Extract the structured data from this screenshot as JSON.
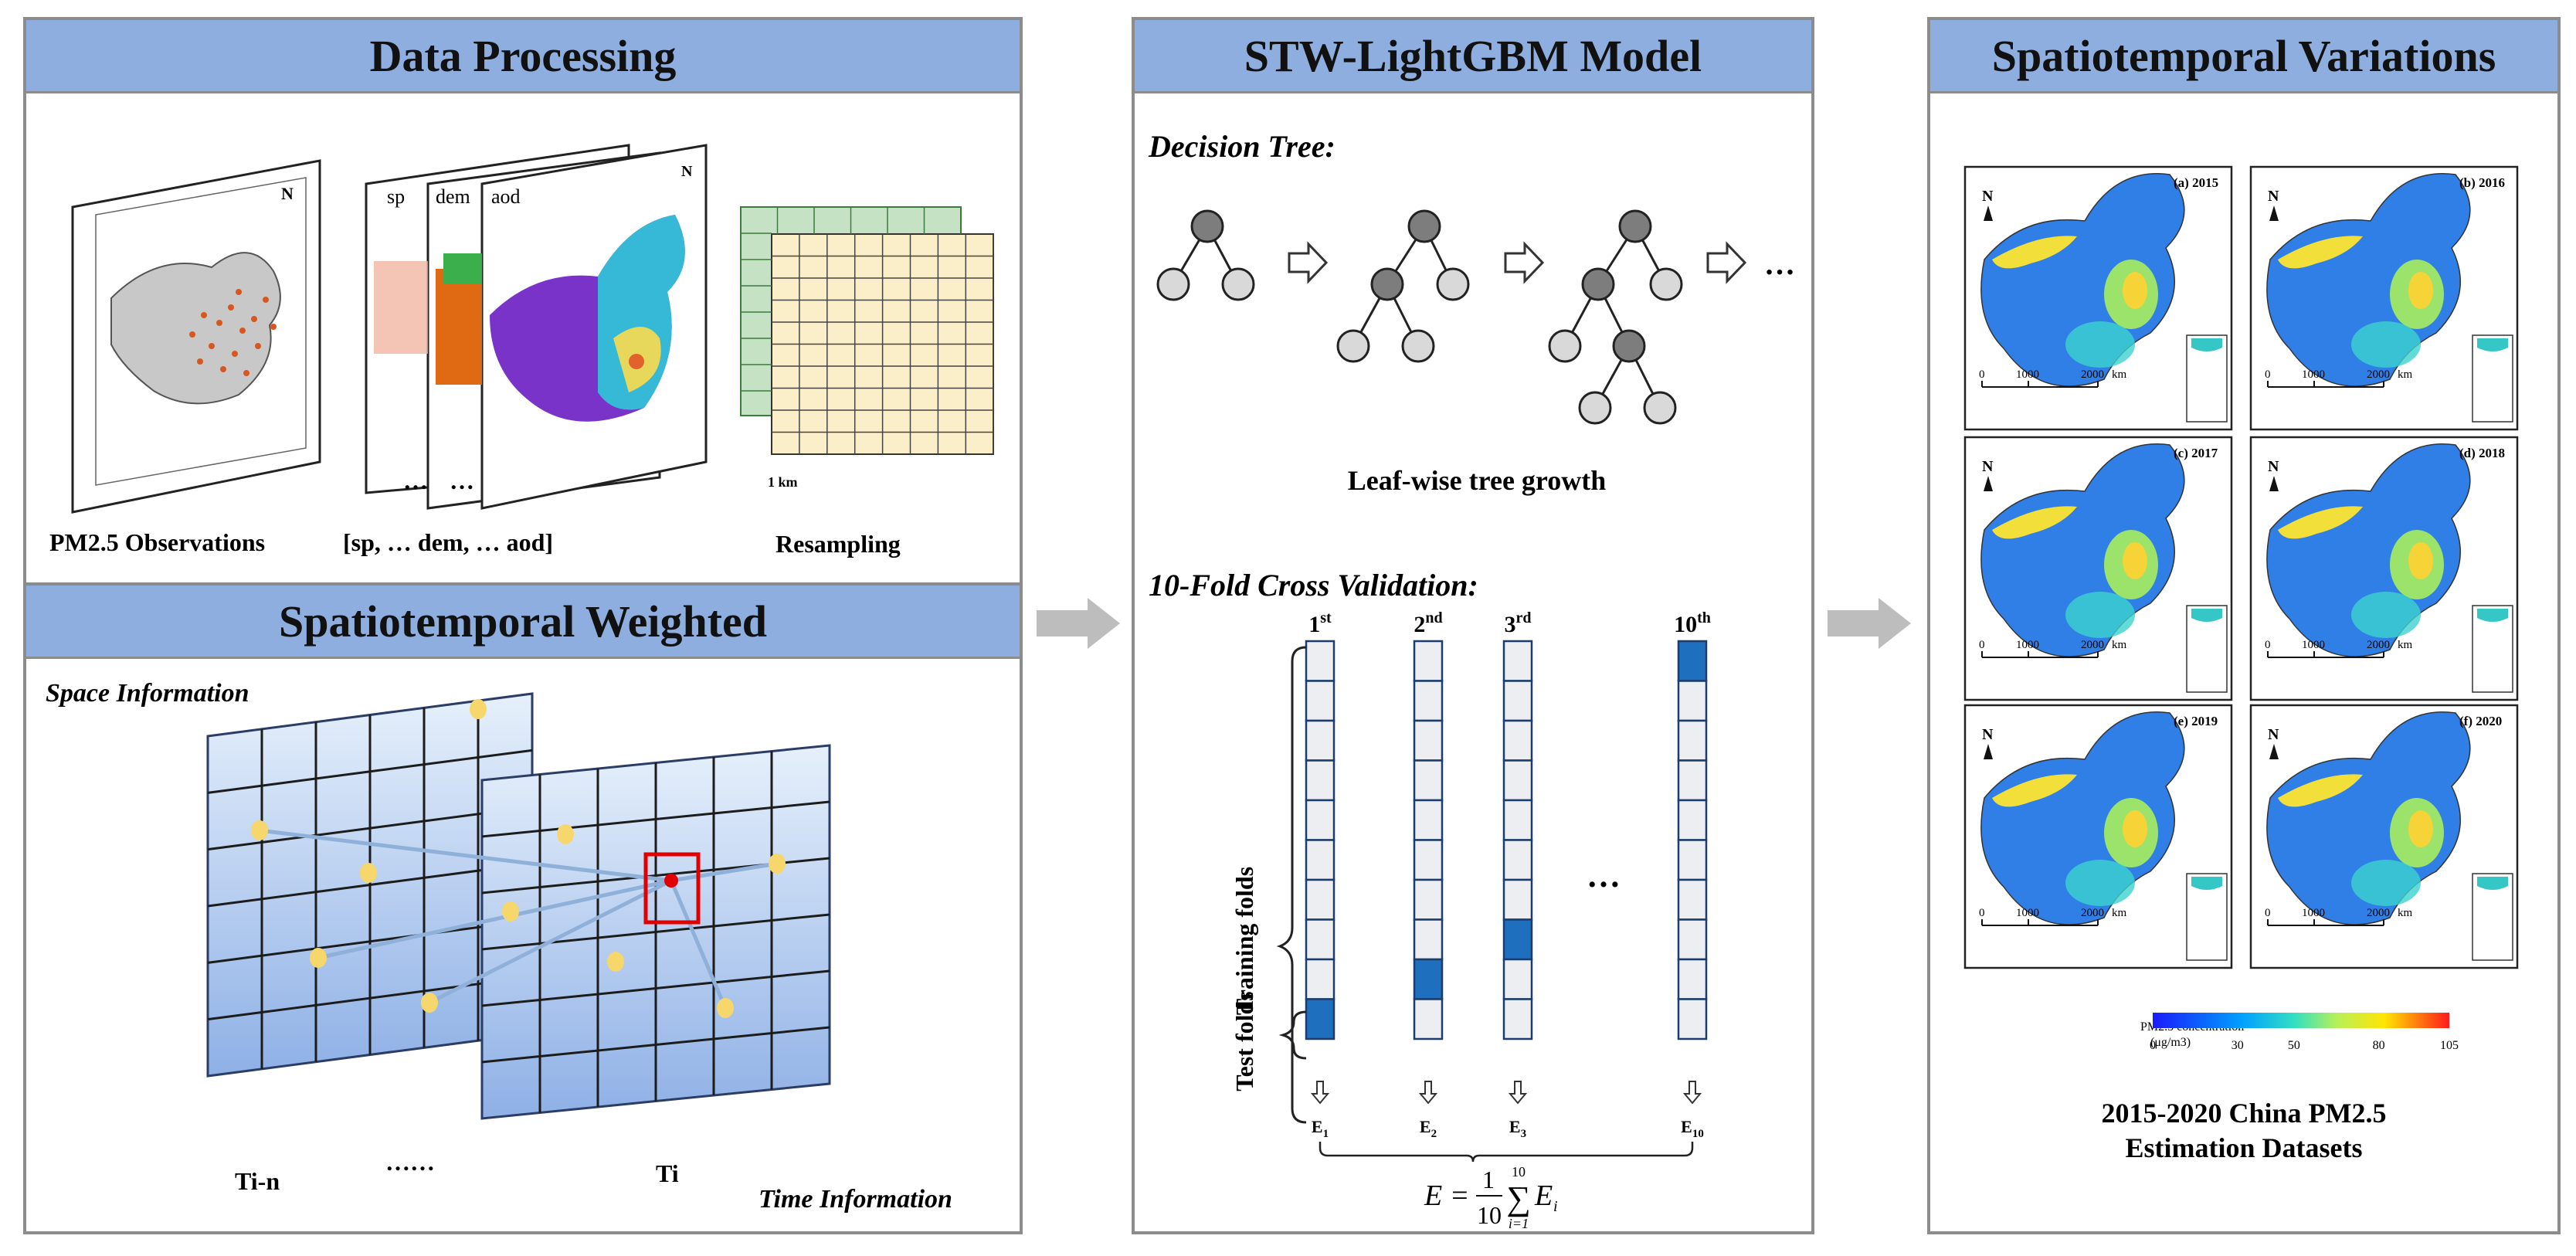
{
  "data_processing": {
    "title": "Data Processing",
    "caption_obs": "PM2.5 Observations",
    "caption_vars": "[sp, …  dem, … aod]",
    "caption_resample": "Resampling",
    "layer_labels": [
      "sp",
      "dem",
      "aod"
    ],
    "ellipsis": "…",
    "scale_label": "1 km"
  },
  "spatiotemporal_weighted": {
    "title": "Spatiotemporal Weighted",
    "space_info": "Space Information",
    "time_info": "Time Information",
    "frame_left": "Ti-n",
    "frame_right": "Ti",
    "dots": "……"
  },
  "model": {
    "title": "STW-LightGBM Model",
    "decision_tree": "Decision Tree:",
    "leaf_wise": "Leaf-wise tree growth",
    "cv_title": "10-Fold Cross Validation:",
    "training_folds": "Training folds",
    "test_folds": "Test folds",
    "more": "…",
    "folds": [
      {
        "base": "1",
        "sup": "st",
        "err": "E",
        "sub": "1"
      },
      {
        "base": "2",
        "sup": "nd",
        "err": "E",
        "sub": "2"
      },
      {
        "base": "3",
        "sup": "rd",
        "err": "E",
        "sub": "3"
      },
      {
        "base": "10",
        "sup": "th",
        "err": "E",
        "sub": "10"
      }
    ],
    "formula": {
      "lhs": "E =",
      "num": "1",
      "den": "10",
      "sum_top": "10",
      "sum_bot": "i=1",
      "term": "E",
      "term_sub": "i"
    }
  },
  "variations": {
    "title": "Spatiotemporal Variations",
    "map_labels": [
      "(a) 2015",
      "(b) 2016",
      "(c) 2017",
      "(d) 2018",
      "(e) 2019",
      "(f) 2020"
    ],
    "scale_0": "0",
    "scale_1000": "1000",
    "scale_2000": "2000",
    "scale_unit": "km",
    "north": "N",
    "legend_title": "PM2.5  concentration",
    "legend_unit": "(μg/m3)",
    "legend_ticks": [
      "0",
      "30",
      "50",
      "80",
      "105"
    ],
    "footer_line1": "2015-2020 China PM2.5",
    "footer_line2": "Estimation Datasets"
  },
  "colors": {
    "header_bg": "#8eaedf",
    "panel_border": "#8c8c8c",
    "fold_blue": "#1f6fbf",
    "fold_gray": "#eceef1",
    "node_dark": "#7d7d7d",
    "node_light": "#d9d9d9",
    "grid_top": "#e6f0fb",
    "grid_bottom": "#8eb0e6",
    "point_yellow": "#f6d76b",
    "highlight_red": "#e00000"
  },
  "icons": [
    "right-arrow-icon",
    "down-arrow-icon",
    "north-arrow-icon"
  ]
}
